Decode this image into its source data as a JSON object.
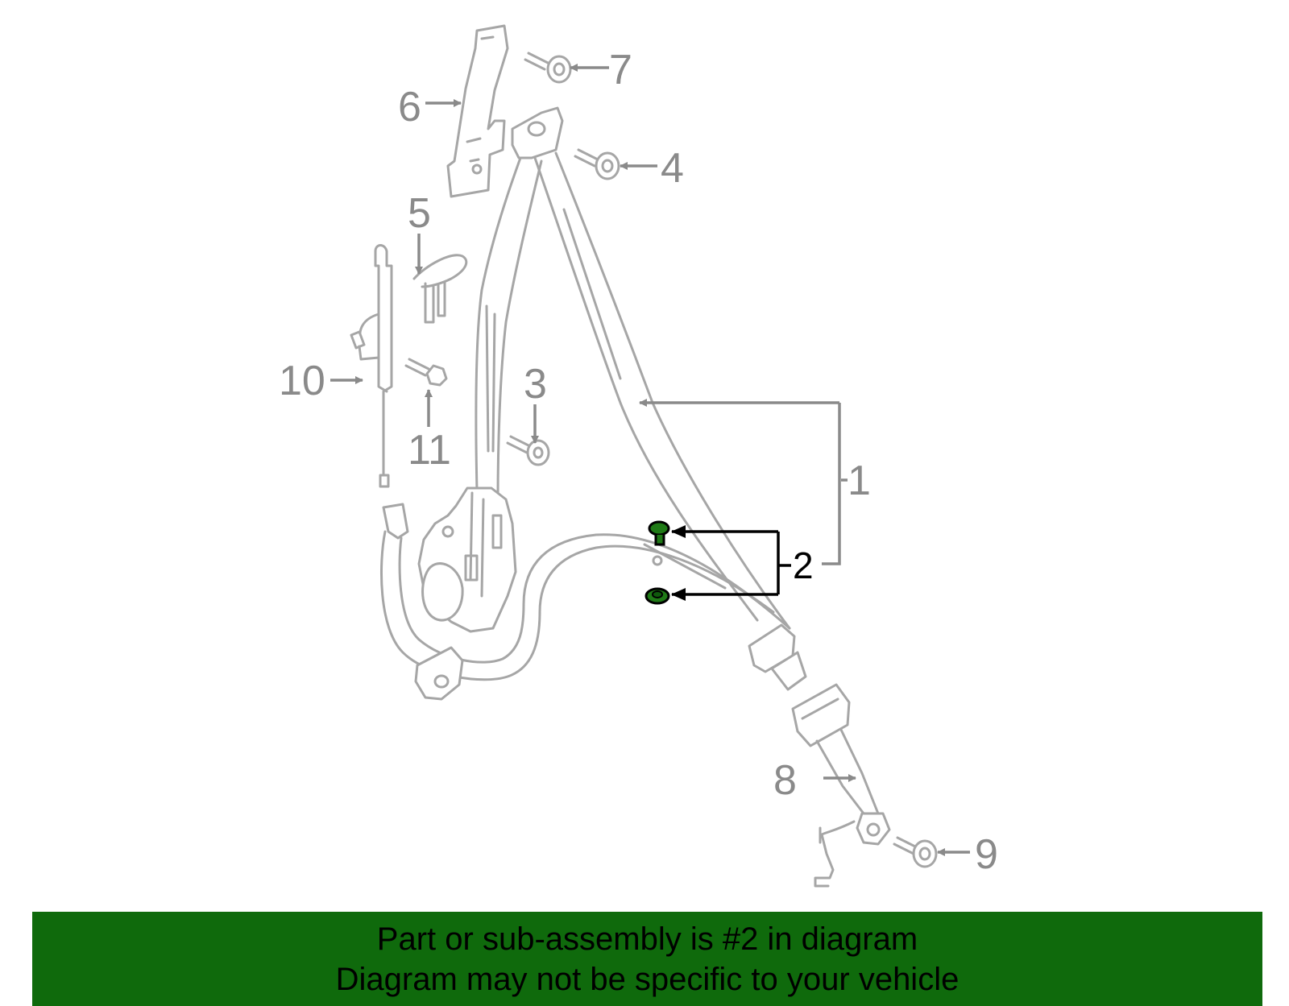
{
  "callouts": {
    "c1": "1",
    "c2": "2",
    "c3": "3",
    "c4": "4",
    "c5": "5",
    "c6": "6",
    "c7": "7",
    "c8": "8",
    "c9": "9",
    "c10": "10",
    "c11": "11"
  },
  "highlighted_part": "2",
  "highlight_color": "#1f7a16",
  "banner": {
    "line1": "Part or sub-assembly is #2 in diagram",
    "line2": "Diagram may not be specific to your vehicle",
    "background": "#0f6a0c"
  }
}
